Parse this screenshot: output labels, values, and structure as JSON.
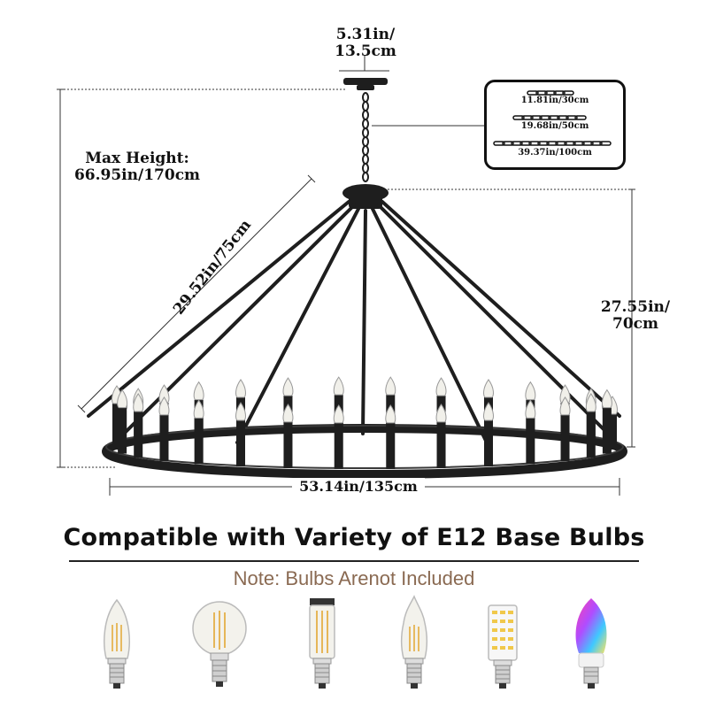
{
  "dimensions": {
    "canopy": [
      "5.31in/",
      "13.5cm"
    ],
    "max_height": [
      "Max Height:",
      "66.95in/170cm"
    ],
    "arm_length": "29.52in/75cm",
    "body_height": [
      "27.55in/",
      "70cm"
    ],
    "width": "53.14in/135cm"
  },
  "chain_options": [
    "11.81in/30cm",
    "19.68in/50cm",
    "39.37in/100cm"
  ],
  "headline": "Compatible with Variety of E12 Base Bulbs",
  "note": "Note: Bulbs Arenot Included",
  "bulbs": [
    {
      "name": "candle-filament-bulb"
    },
    {
      "name": "globe-filament-bulb"
    },
    {
      "name": "tubular-filament-bulb"
    },
    {
      "name": "flame-tip-filament-bulb"
    },
    {
      "name": "led-corn-bulb"
    },
    {
      "name": "rgb-smart-candle-bulb"
    }
  ],
  "colors": {
    "metal": "#1e1e1e",
    "glass": "#f1f0ea",
    "note": "#8a6a52",
    "rgb": [
      "#ff3fae",
      "#b04cff",
      "#3fc9ff",
      "#ffe45c"
    ]
  }
}
